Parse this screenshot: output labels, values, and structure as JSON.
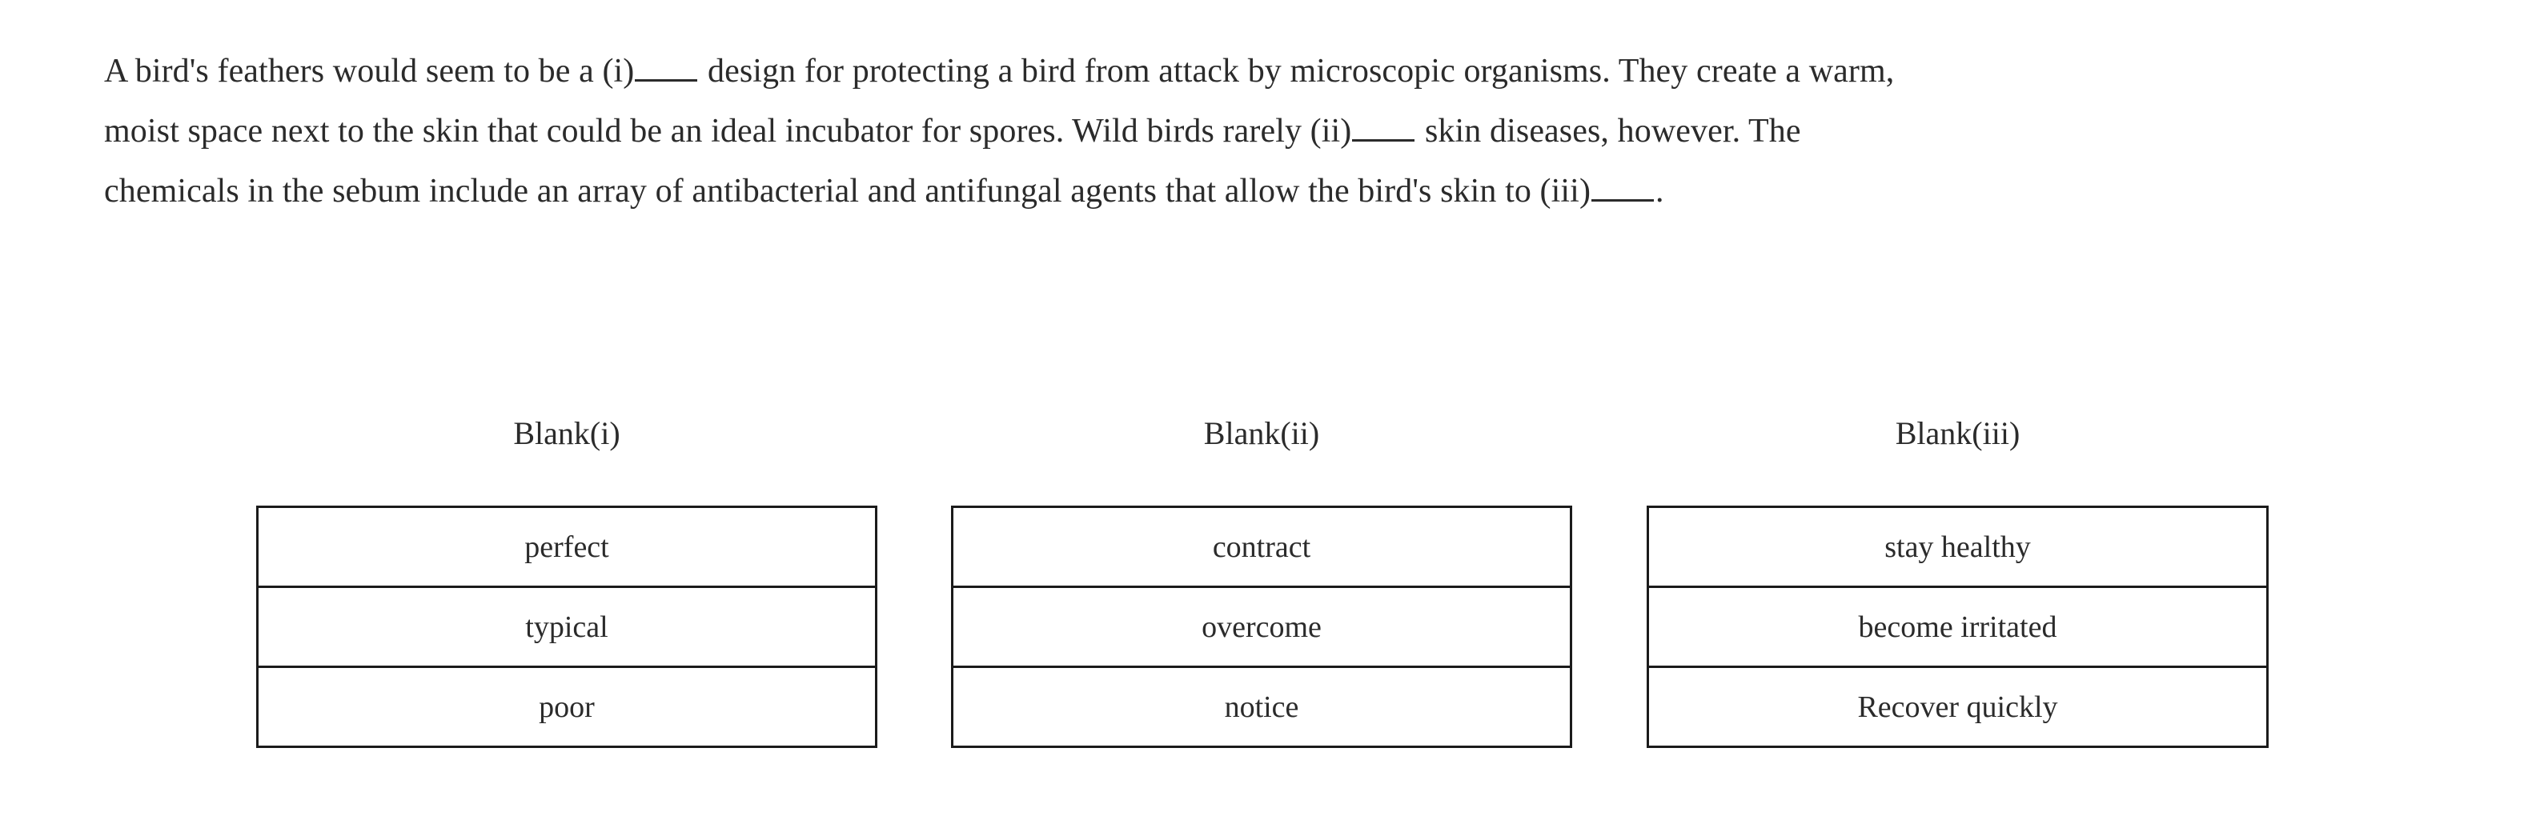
{
  "passage": {
    "lines": [
      [
        {
          "type": "text",
          "value": "A bird's feathers would seem to be a (i)"
        },
        {
          "type": "blank",
          "value": "_____"
        },
        {
          "type": "text",
          "value": " design for protecting a bird from attack by microscopic organisms. They create a warm,"
        }
      ],
      [
        {
          "type": "text",
          "value": "moist space next to the skin that could be an ideal incubator for spores. Wild birds rarely (ii)"
        },
        {
          "type": "blank",
          "value": "_____"
        },
        {
          "type": "text",
          "value": " skin diseases, however. The"
        }
      ],
      [
        {
          "type": "text",
          "value": "chemicals in the sebum include an array of antibacterial and antifungal agents that allow the bird's skin to (iii)"
        },
        {
          "type": "blank",
          "value": "_____"
        },
        {
          "type": "text",
          "value": "."
        }
      ]
    ],
    "full_text": "A bird's feathers would seem to be a (i)_____ design for protecting a bird from attack by microscopic organisms. They create a warm, moist space next to the skin that could be an ideal incubator for spores. Wild birds rarely (ii)_____ skin diseases, however. The chemicals in the sebum include an array of antibacterial and antifungal agents that allow the bird's skin to (iii)_____."
  },
  "blanks": [
    {
      "id": "blank-i",
      "title": "Blank(i)",
      "options": [
        "perfect",
        "typical",
        "poor"
      ]
    },
    {
      "id": "blank-ii",
      "title": "Blank(ii)",
      "options": [
        "contract",
        "overcome",
        "notice"
      ]
    },
    {
      "id": "blank-iii",
      "title": "Blank(iii)",
      "options": [
        "stay healthy",
        "become irritated",
        "Recover quickly"
      ]
    }
  ],
  "colors": {
    "text": "#2b2b2b",
    "border": "#1b1b1b",
    "background": "#ffffff"
  }
}
